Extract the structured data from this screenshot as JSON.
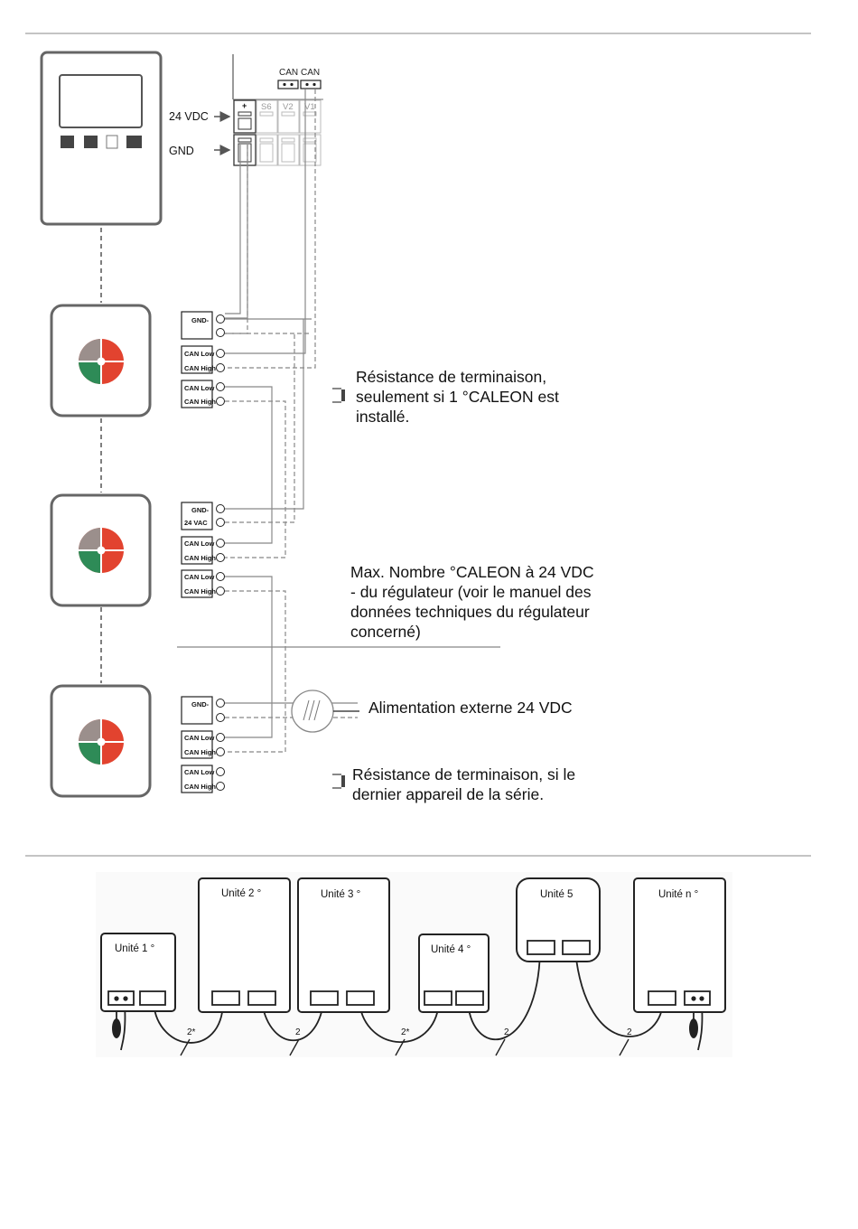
{
  "wiring": {
    "can_labels": [
      "CAN",
      "CAN"
    ],
    "terminal_top": [
      "+",
      "S6",
      "V2",
      "V1"
    ],
    "supply_label": "24 VDC",
    "gnd_label": "GND"
  },
  "caleon_terminals": {
    "gnd": "GND-",
    "vac": "24 VAC",
    "can_low": "CAN Low",
    "can_high": "CAN High"
  },
  "notes": {
    "termination_1": [
      "Résistance de terminaison,",
      "seulement si 1 °CALEON est",
      "installé."
    ],
    "max_caleon": [
      "Max. Nombre °CALEON à 24 VDC",
      "- du régulateur (voir le manuel des",
      "données techniques du régulateur",
      "concerné)"
    ],
    "external_power": "Alimentation externe 24 VDC",
    "termination_last": [
      "Résistance de terminaison, si le",
      "dernier appareil de la série."
    ]
  },
  "bus": {
    "units": [
      "Unité 1 °",
      "Unité 2 °",
      "Unité 3 °",
      "Unité 4 °",
      "Unité 5",
      "Unité n °"
    ],
    "cables": [
      "2*",
      "2",
      "2*",
      "2",
      "2"
    ]
  }
}
